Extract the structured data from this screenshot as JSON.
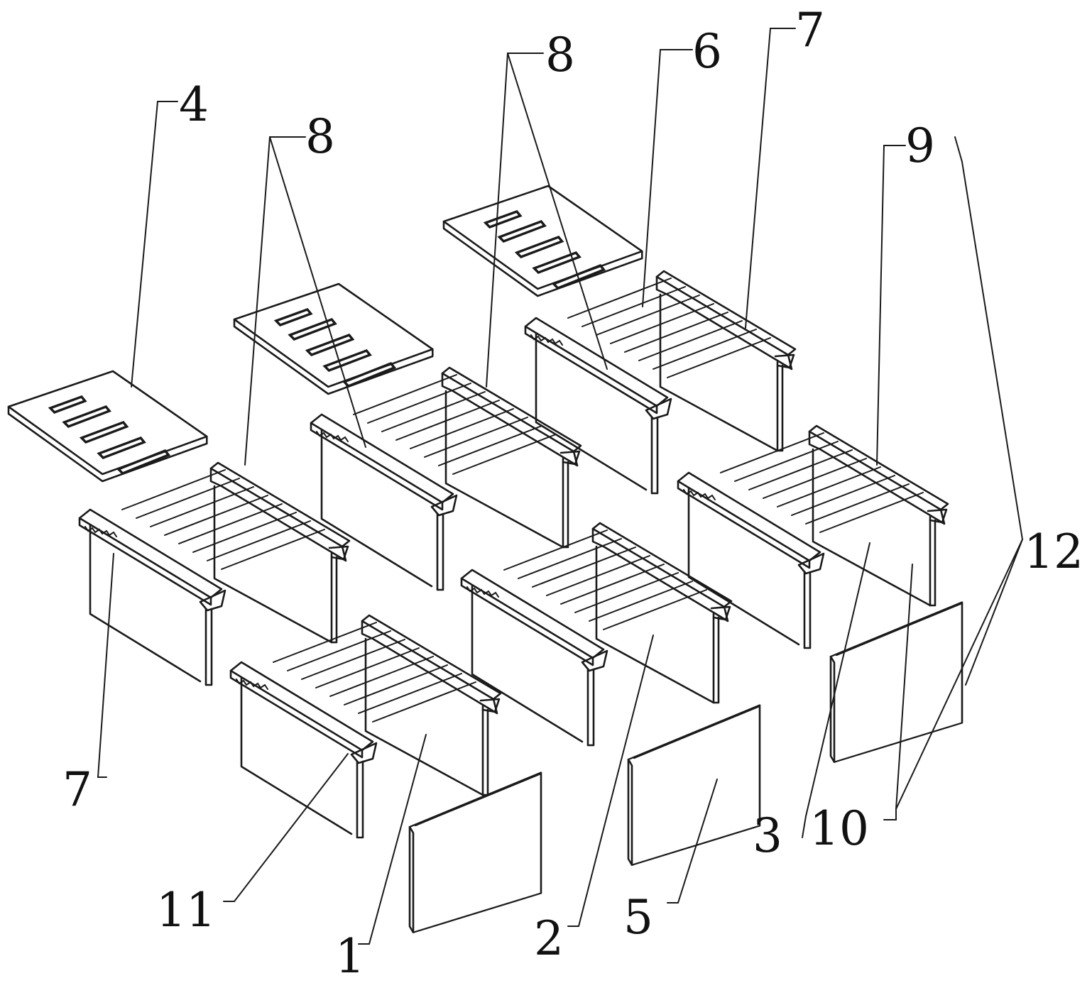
{
  "labels": {
    "l1": "1",
    "l2": "2",
    "l3": "3",
    "l4": "4",
    "l5": "5",
    "l6": "6",
    "l7a": "7",
    "l7b": "7",
    "l8a": "8",
    "l8b": "8",
    "l9": "9",
    "l10": "10",
    "l11": "11",
    "l12": "12"
  }
}
